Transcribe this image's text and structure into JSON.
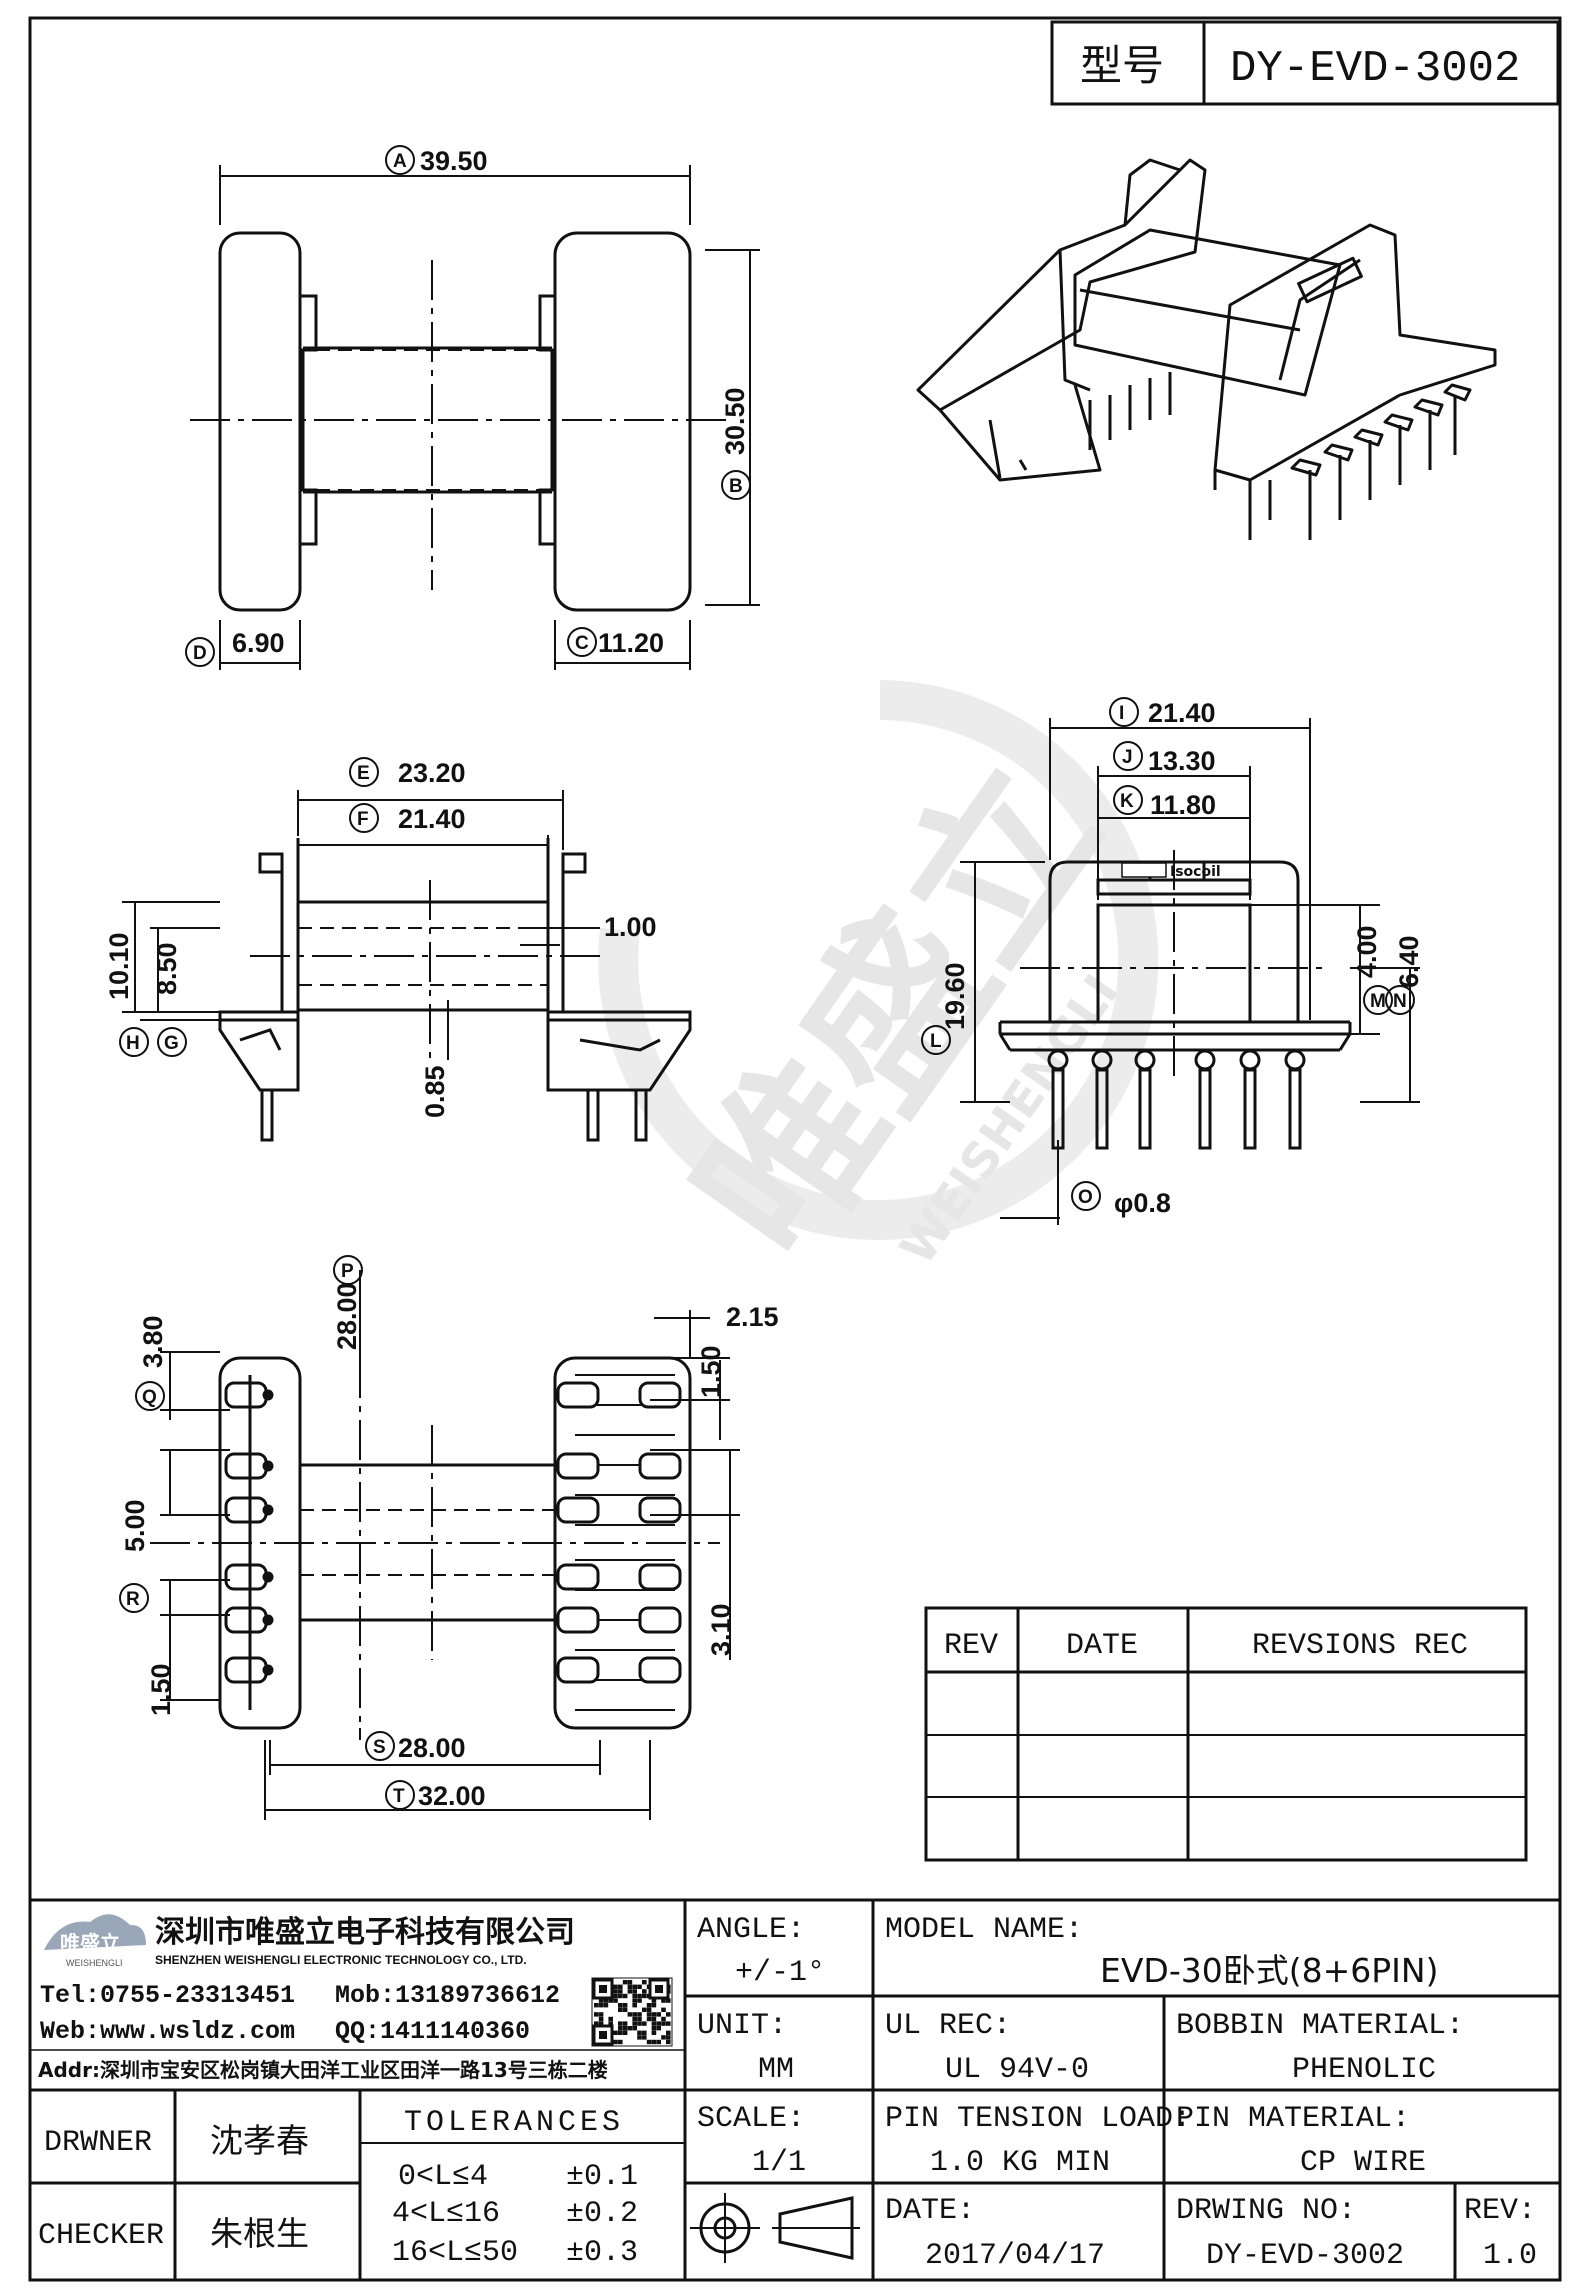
{
  "title_block": {
    "model_label": "型号",
    "model_no": "DY-EVD-3002"
  },
  "dimensions": {
    "A": {
      "letter": "A",
      "value": "39.50"
    },
    "B": {
      "letter": "B",
      "value": "30.50"
    },
    "C": {
      "letter": "C",
      "value": "11.20"
    },
    "D": {
      "letter": "D",
      "value": "6.90"
    },
    "E": {
      "letter": "E",
      "value": "23.20"
    },
    "F": {
      "letter": "F",
      "value": "21.40"
    },
    "G": {
      "letter": "G",
      "value": ""
    },
    "H": {
      "letter": "H",
      "value": "10.10"
    },
    "h2": {
      "value": "8.50"
    },
    "w1": {
      "value": "1.00"
    },
    "h3": {
      "value": "0.85"
    },
    "I": {
      "letter": "I",
      "value": "21.40"
    },
    "J": {
      "letter": "J",
      "value": "13.30"
    },
    "K": {
      "letter": "K",
      "value": "11.80"
    },
    "L": {
      "letter": "L",
      "value": "19.60"
    },
    "M": {
      "letter": "M",
      "value": "4.00"
    },
    "N": {
      "letter": "N",
      "value": "6.40"
    },
    "O": {
      "letter": "O",
      "value": "φ0.8"
    },
    "P": {
      "letter": "P",
      "value": "28.00"
    },
    "Q": {
      "letter": "Q",
      "value": "3.80"
    },
    "R": {
      "letter": "R",
      "value": "5.00"
    },
    "S": {
      "letter": "S",
      "value": "28.00"
    },
    "T": {
      "letter": "T",
      "value": "32.00"
    },
    "b1": {
      "value": "1.50"
    },
    "b2": {
      "value": "2.15"
    },
    "b3": {
      "value": "1.50"
    },
    "b4": {
      "value": "3.10"
    }
  },
  "bobbin_mark": "Isocoil",
  "watermark": {
    "cn": "唯盛立",
    "en": "WEISHENGLI"
  },
  "revisions": {
    "headers": [
      "REV",
      "DATE",
      "REVSIONS REC"
    ],
    "rows": [
      [
        "",
        "",
        ""
      ],
      [
        "",
        "",
        ""
      ],
      [
        "",
        "",
        ""
      ]
    ]
  },
  "company": {
    "logo_text": "唯盛立",
    "logo_sub": "WEISHENGLI",
    "name_cn": "深圳市唯盛立电子科技有限公司",
    "name_en": "SHENZHEN WEISHENGLI ELECTRONIC TECHNOLOGY CO., LTD.",
    "tel": "Tel:0755-23313451",
    "mob": "Mob:13189736612",
    "web": "Web:www.wsldz.com",
    "qq": "QQ:1411140360",
    "addr": "Addr:深圳市宝安区松岗镇大田洋工业区田洋一路13号三栋二楼"
  },
  "fields": {
    "angle_label": "ANGLE:",
    "angle_value": "+/-1°",
    "model_name_label": "MODEL NAME:",
    "model_name_value": "EVD-30卧式(8+6PIN)",
    "unit_label": "UNIT:",
    "unit_value": "MM",
    "ul_label": "UL REC:",
    "ul_value": "UL 94V-0",
    "bobbin_label": "BOBBIN MATERIAL:",
    "bobbin_value": "PHENOLIC",
    "scale_label": "SCALE:",
    "scale_value": "1/1",
    "pin_tension_label": "PIN TENSION LOAD:",
    "pin_tension_value": "1.0 KG MIN",
    "pin_material_label": "PIN MATERIAL:",
    "pin_material_value": "CP WIRE",
    "date_label": "DATE:",
    "date_value": "2017/04/17",
    "drwing_no_label": "DRWING NO:",
    "drwing_no_value": "DY-EVD-3002",
    "rev_label": "REV:",
    "rev_value": "1.0",
    "drwner_label": "DRWNER",
    "drwner_value": "沈孝春",
    "checker_label": "CHECKER",
    "checker_value": "朱根生",
    "tolerances_label": "TOLERANCES",
    "tol1_range": "0<L≤4",
    "tol1_value": "±0.1",
    "tol2_range": "4<L≤16",
    "tol2_value": "±0.2",
    "tol3_range": "16<L≤50",
    "tol3_value": "±0.3"
  }
}
